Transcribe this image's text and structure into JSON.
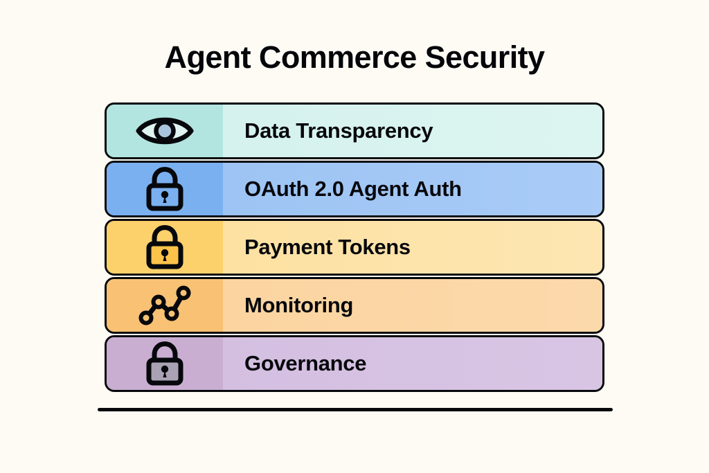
{
  "page": {
    "title": "Agent Commerce Security",
    "background_color": "#fdfbf4",
    "text_color": "#07080c",
    "divider_color": "#07080c"
  },
  "stack": {
    "rows": [
      {
        "label": "Data Transparency",
        "icon": "eye-icon",
        "accent_color": "#b2e5e0",
        "body_color": "#ddf5f1",
        "icon_fill": "#a9c4dd"
      },
      {
        "label": "OAuth 2.0 Agent Auth",
        "icon": "lock-icon",
        "accent_color": "#7ab0f0",
        "body_color": "#a9cbf6",
        "icon_fill": "#7ab0f0"
      },
      {
        "label": "Payment Tokens",
        "icon": "lock-icon",
        "accent_color": "#fcd06b",
        "body_color": "#fde6b2",
        "icon_fill": "#fcc34a"
      },
      {
        "label": "Monitoring",
        "icon": "line-chart-icon",
        "accent_color": "#f8c173",
        "body_color": "#fcd9ab",
        "icon_fill": "#f8c173"
      },
      {
        "label": "Governance",
        "icon": "lock-icon",
        "accent_color": "#c9aed2",
        "body_color": "#d8c5e4",
        "icon_fill": "#a9a2b4"
      }
    ]
  }
}
